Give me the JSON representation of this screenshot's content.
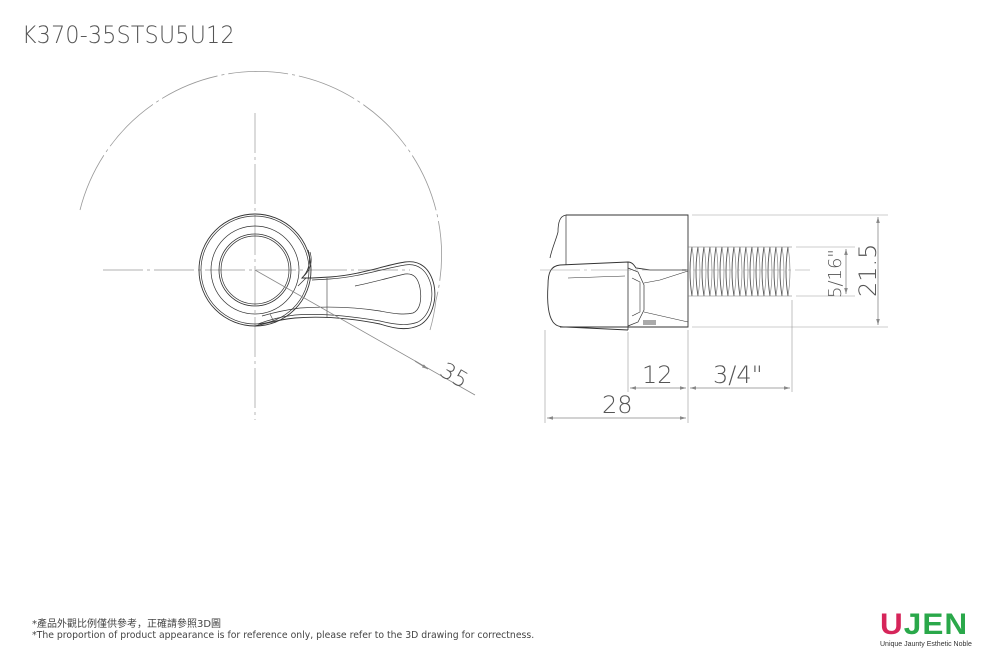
{
  "title": "K370-35STSU5U12",
  "drawing": {
    "front_view": {
      "radius_label": "35"
    },
    "side_view": {
      "dimensions": {
        "overall_length": "28",
        "head_length": "12",
        "thread_length": "3/4\"",
        "thread_diameter": "5/16\"",
        "head_height": "21.5"
      }
    }
  },
  "notes": {
    "zh": "*產品外觀比例僅供參考，正確請參照3D圖",
    "en": "*The proportion of product appearance is for reference only, please refer to the 3D drawing for correctness."
  },
  "logo": {
    "mark_first": "U",
    "mark_rest": "JEN",
    "tagline": "Unique Jaunty Esthetic Noble",
    "colors": {
      "u": "#d6255a",
      "jen": "#2aa84a"
    }
  }
}
